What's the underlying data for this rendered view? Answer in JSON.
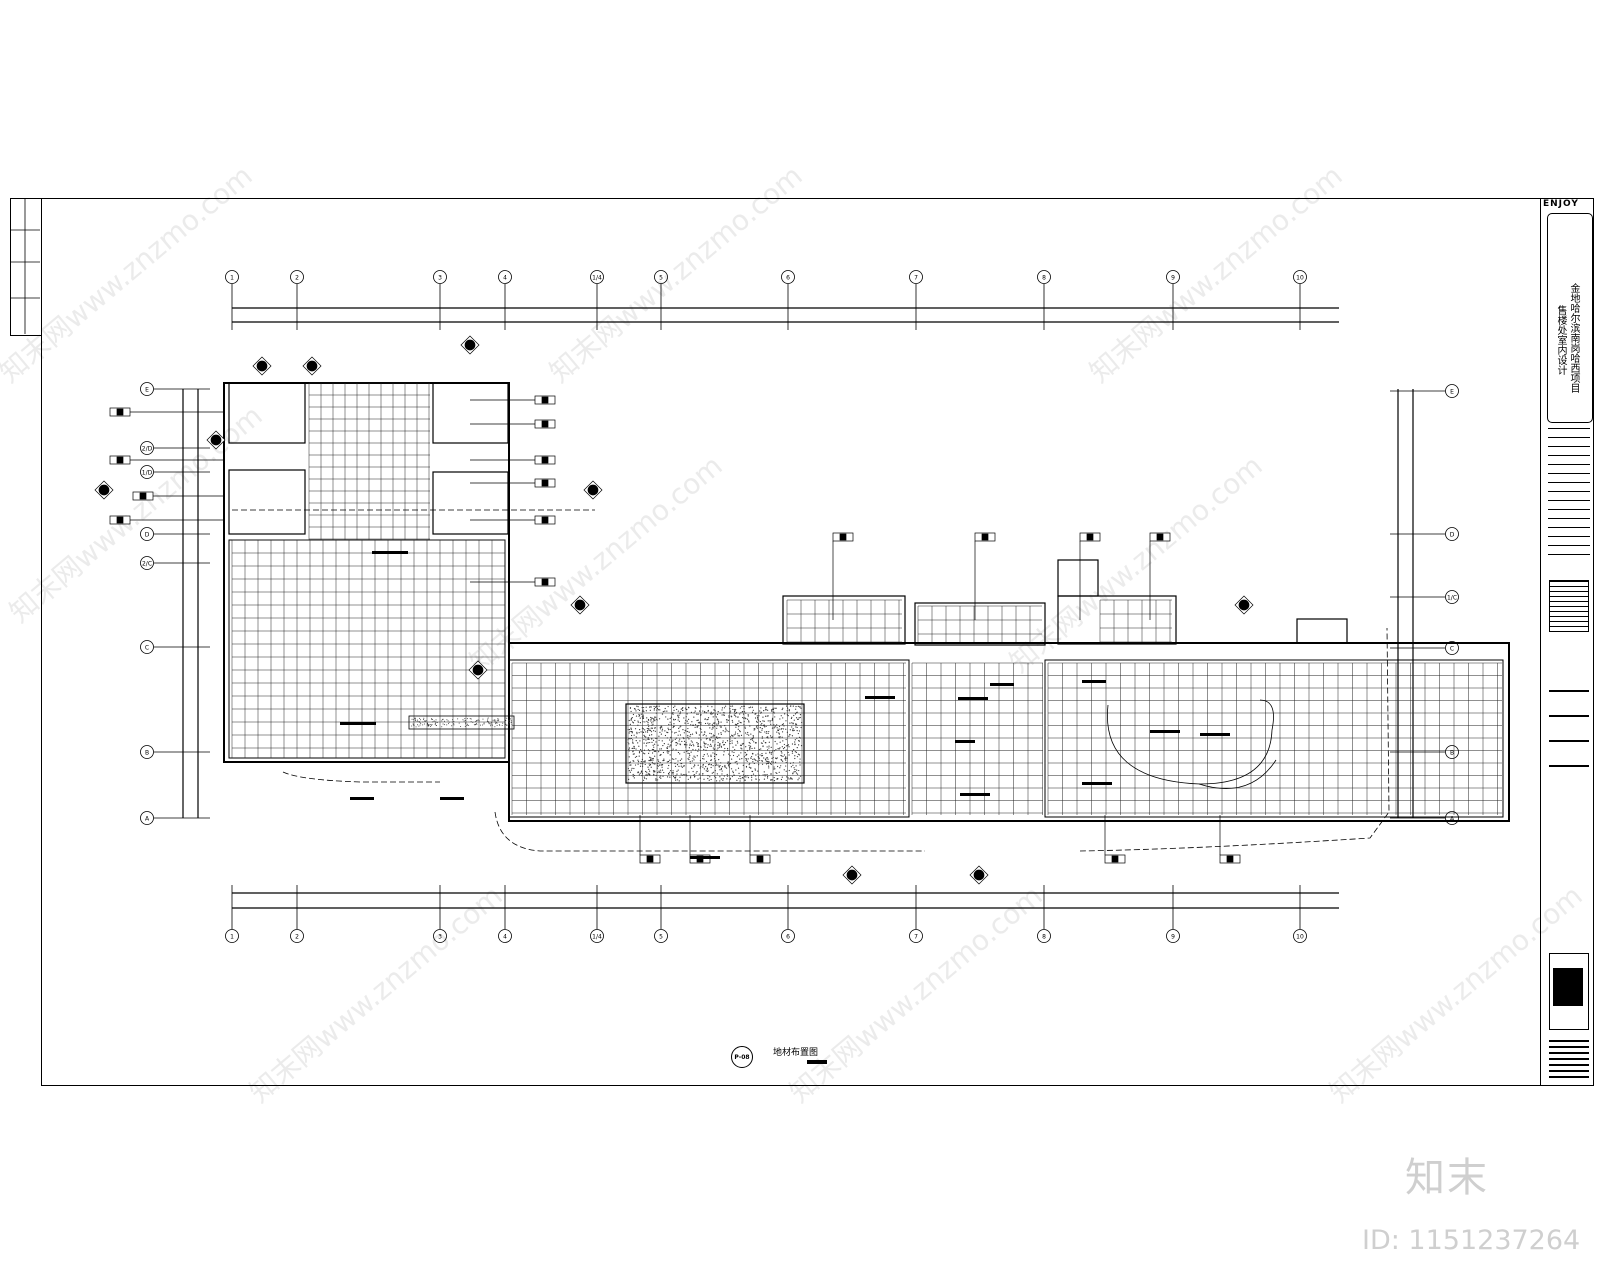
{
  "header": {
    "brand": "ENJOY"
  },
  "project": {
    "title_line1": "金地哈尔滨南岗哈西项目",
    "title_line2": "售楼处室内设计"
  },
  "drawing": {
    "caption": "地材布置图",
    "tag": "P-08"
  },
  "grid": {
    "columns": [
      "1",
      "2",
      "3",
      "4",
      "1/4",
      "5",
      "6",
      "7",
      "8",
      "9",
      "10"
    ],
    "rows_left": [
      "E",
      "2/D",
      "1/D",
      "D",
      "2/C",
      "C",
      "B",
      "A"
    ],
    "rows_right": [
      "E",
      "D",
      "1/C",
      "C",
      "B",
      "A"
    ]
  },
  "watermark": {
    "text": "知末网www.znzmo.com"
  },
  "footer": {
    "logo": "知末",
    "id": "ID: 1151237264"
  }
}
